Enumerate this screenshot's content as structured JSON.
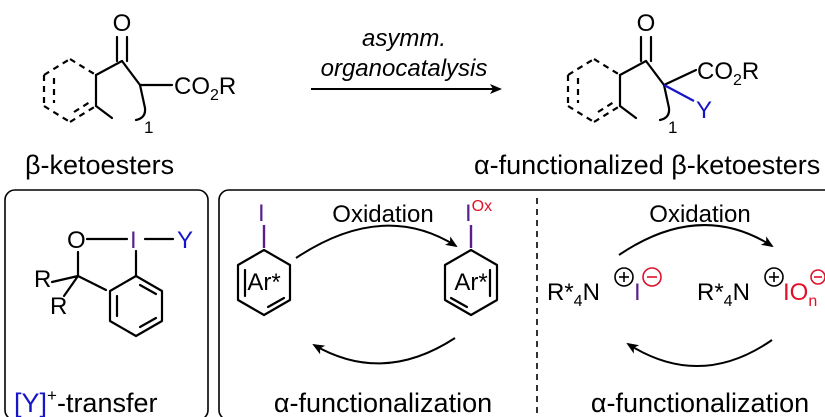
{
  "top": {
    "reagent_arrow_line1": "asymm.",
    "reagent_arrow_line2": "organocatalysis",
    "start_name": "β-ketoesters",
    "product_name": "α-functionalized β-ketoesters",
    "start": {
      "ketone_o": "O",
      "ester": "CO",
      "ester_sub": "2",
      "ester_r": "R",
      "ring_sub": "1"
    },
    "product": {
      "ketone_o": "O",
      "ester": "CO",
      "ester_sub": "2",
      "ester_r": "R",
      "y": "Y",
      "ring_sub": "1"
    }
  },
  "panel_left": {
    "caption_y": "[Y]",
    "caption_sup": "+",
    "caption_rest": "-transfer",
    "atom_o": "O",
    "atom_i": "I",
    "atom_y": "Y",
    "atom_r1": "R",
    "atom_r2": "R"
  },
  "panel_mid": {
    "oxidation": "Oxidation",
    "functionalization": "α-functionalization",
    "left_i": "I",
    "left_ar": "Ar*",
    "right_i": "I",
    "right_ox": "Ox",
    "right_ar": "Ar*"
  },
  "panel_right": {
    "oxidation": "Oxidation",
    "functionalization": "α-functionalization",
    "left_salt": {
      "r": "R*",
      "sub": "4",
      "n": "N",
      "i": "I"
    },
    "right_salt": {
      "r": "R*",
      "sub": "4",
      "n": "N",
      "io": "IO",
      "n_sub": "n"
    }
  },
  "colors": {
    "iodine": "#5b1f8c",
    "y_group": "#1616c8",
    "anion": "#e0102a"
  }
}
